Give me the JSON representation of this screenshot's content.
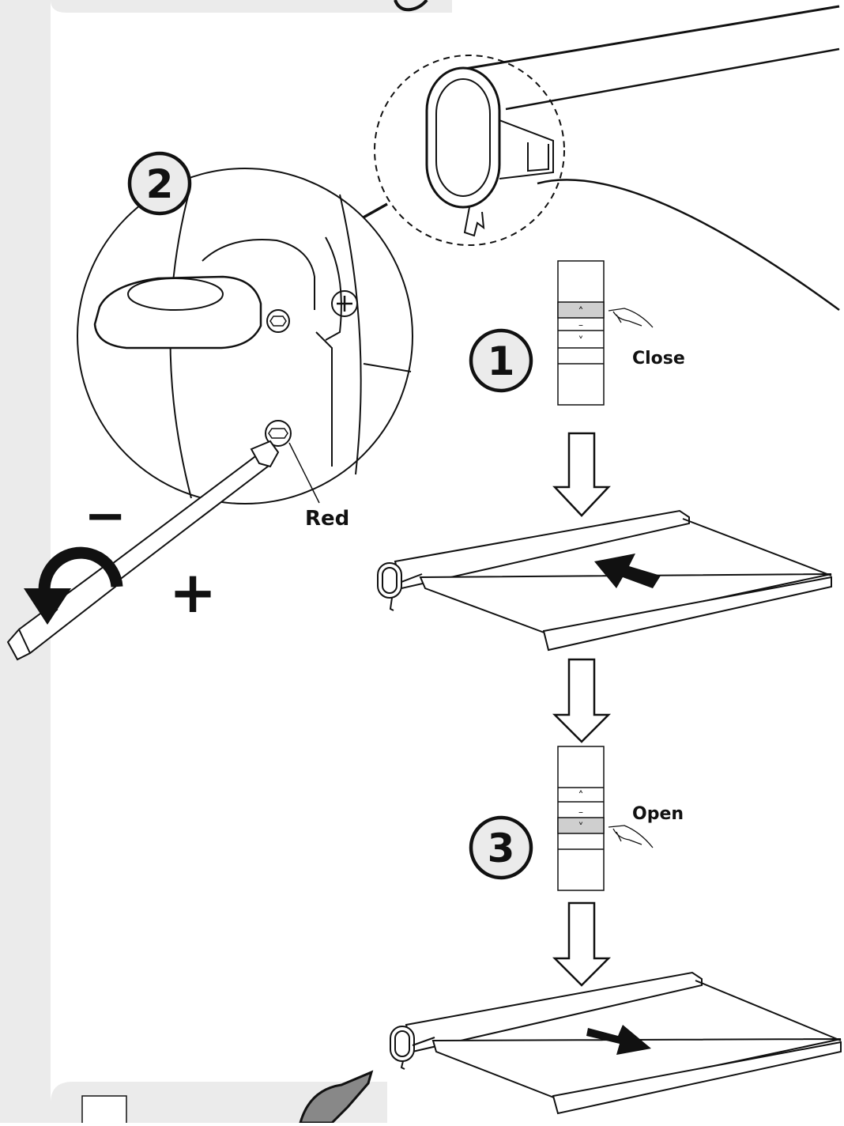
{
  "steps": [
    {
      "number": "1",
      "action_label": "Close"
    },
    {
      "number": "2"
    },
    {
      "number": "3",
      "action_label": "Open"
    }
  ],
  "detail_label": "Red",
  "signs": {
    "minus": "−",
    "plus": "+"
  },
  "remote": {
    "up_symbol": "˄",
    "stop_symbol": "–",
    "down_symbol": "˅"
  },
  "colors": {
    "line": "#111111",
    "margin_bar": "#ebebeb",
    "highlight": "#cfcfcf"
  }
}
